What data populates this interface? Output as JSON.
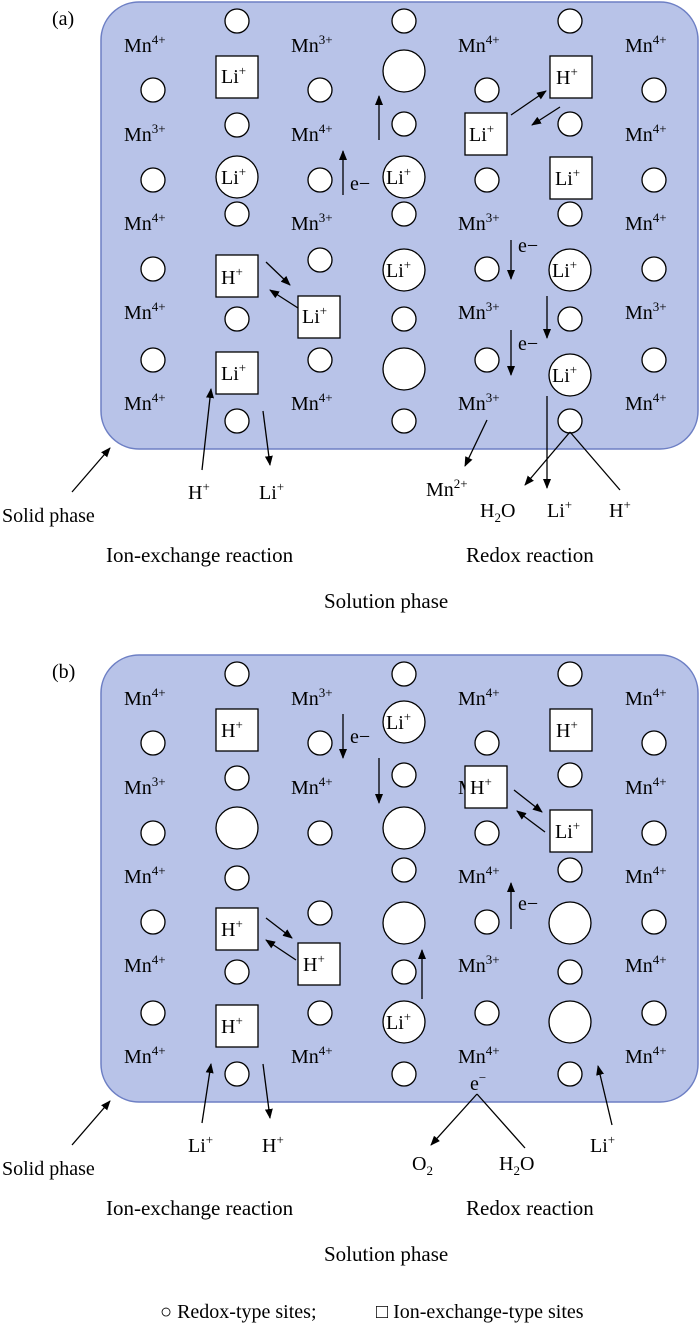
{
  "panels": [
    {
      "label": "(a)",
      "mn_states": {
        "col1": [
          "Mn4+",
          "Mn3+",
          "Mn4+",
          "Mn4+",
          "Mn4+"
        ],
        "col2": [
          "Mn3+",
          "Mn4+",
          "Mn3+",
          "Mn4+"
        ],
        "col3": [
          "Mn4+",
          "Mn3+",
          "Mn3+",
          "Mn3+"
        ],
        "col4": [
          "Mn4+",
          "Mn4+",
          "Mn4+",
          "Mn3+",
          "Mn4+"
        ]
      },
      "electron": "e−",
      "left_reaction": {
        "in": "H+",
        "out": "Li+",
        "title": "Ion-exchange reaction"
      },
      "right_reaction": {
        "products": [
          "Mn2+",
          "H2O",
          "Li+",
          "H+"
        ],
        "title": "Redox reaction"
      },
      "solid_phase": "Solid phase",
      "solution_phase": "Solution phase"
    },
    {
      "label": "(b)",
      "left_reaction": {
        "in": "Li+",
        "out": "H+",
        "title": "Ion-exchange reaction"
      },
      "right_reaction": {
        "species": [
          "O2",
          "H2O",
          "Li+"
        ],
        "title": "Redox reaction"
      },
      "solid_phase": "Solid phase",
      "solution_phase": "Solution phase"
    }
  ],
  "legend": {
    "redox": "○ Redox-type sites;",
    "ion_exchange": "□ Ion-exchange-type sites"
  },
  "colors": {
    "solid_fill": "#b8c3e8",
    "solid_stroke": "#6d7fc4"
  }
}
